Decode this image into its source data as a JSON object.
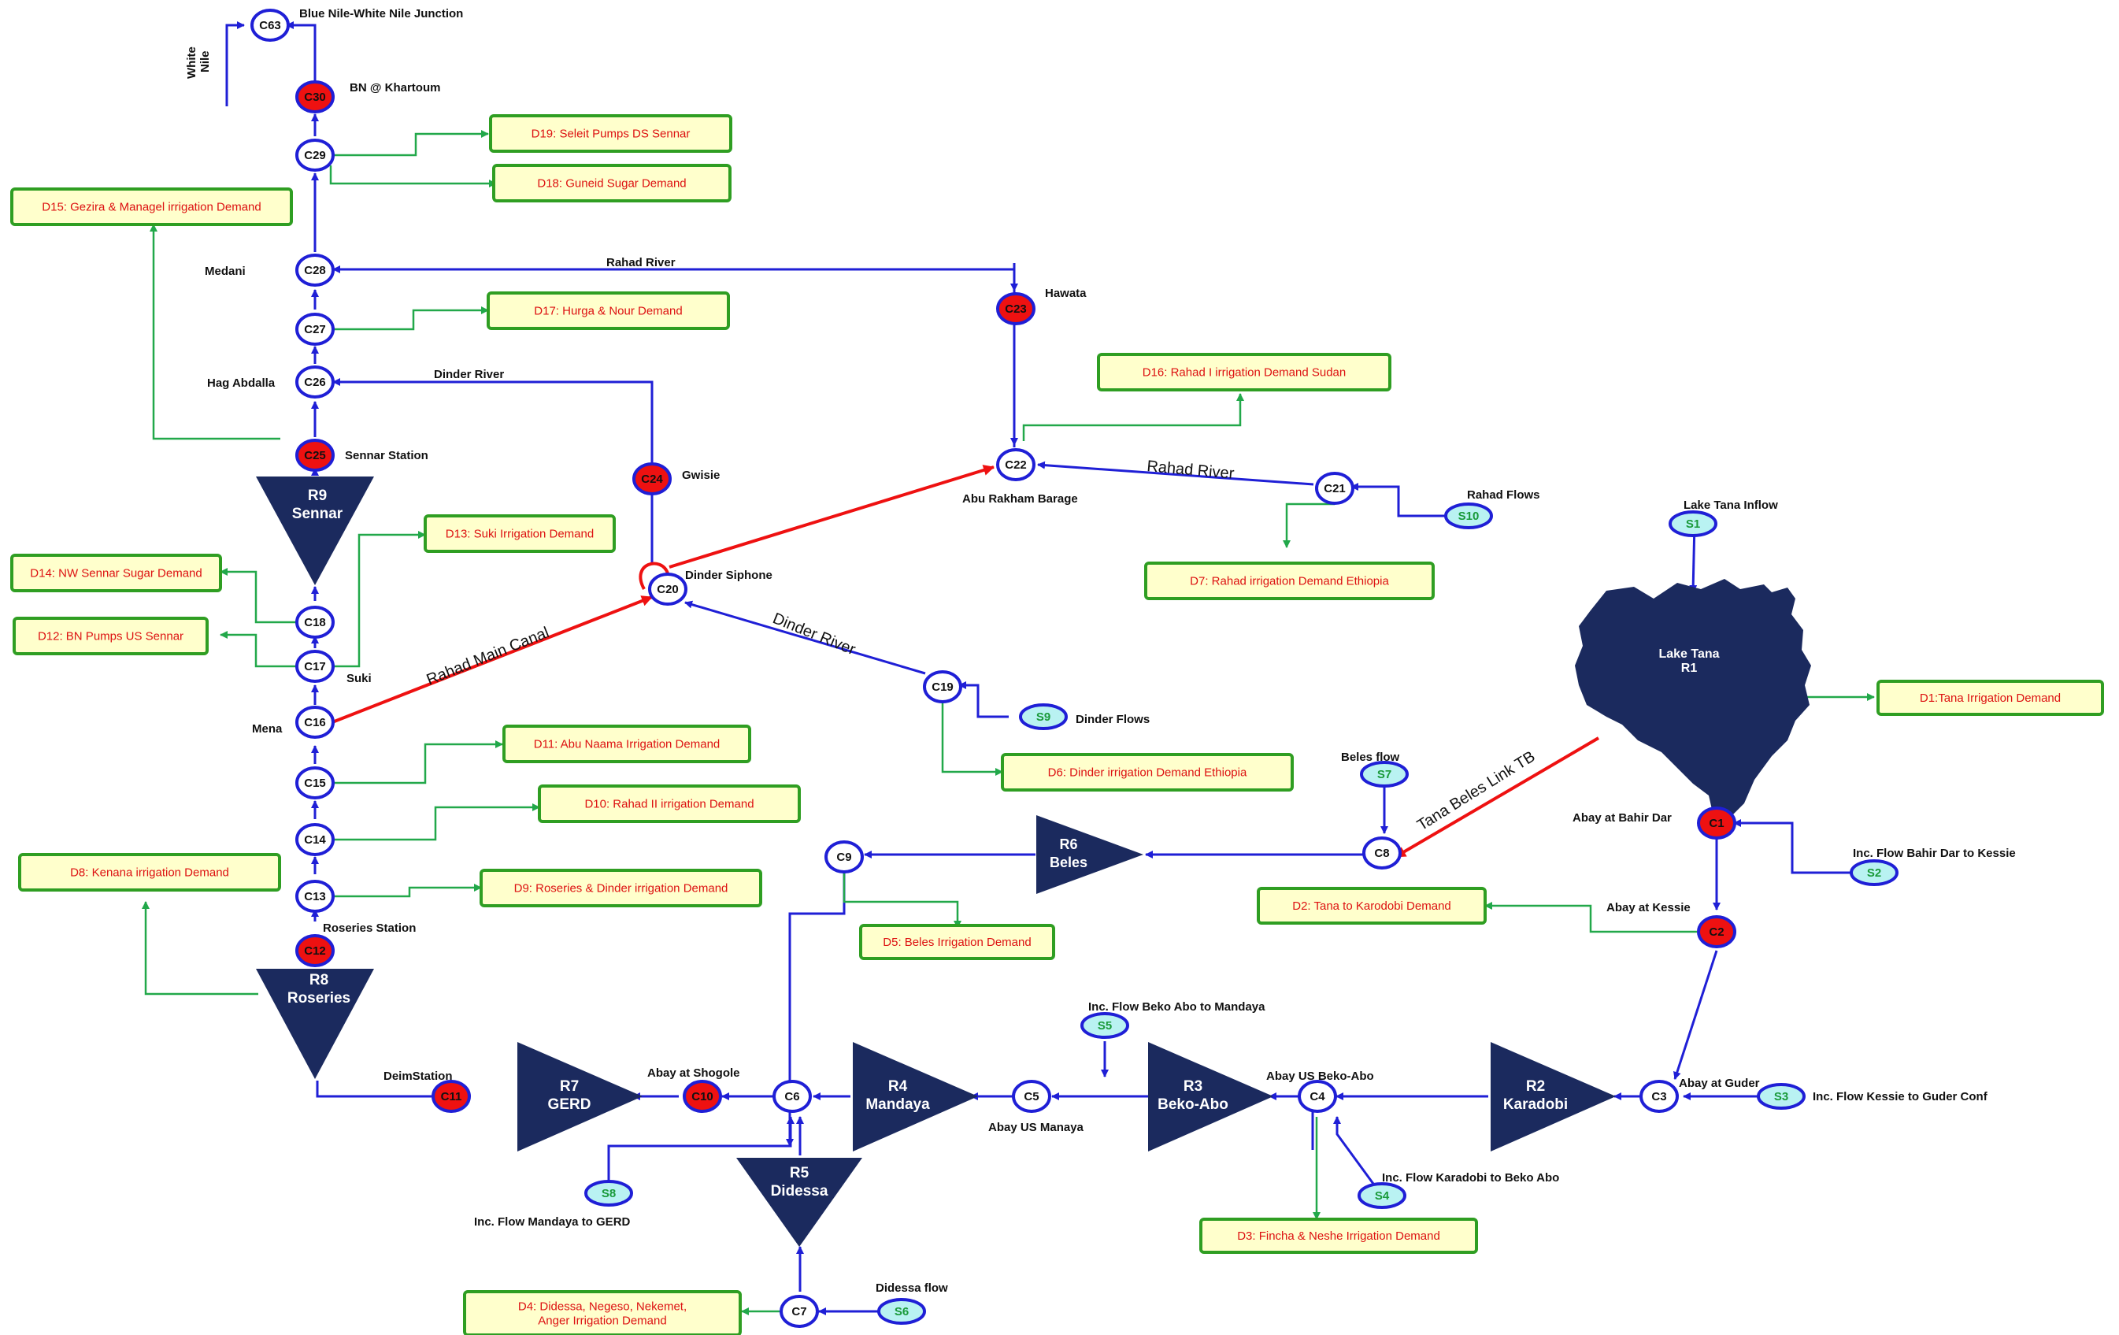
{
  "colors": {
    "river": "#1f1fd6",
    "demand_link": "#22a84a",
    "canal": "#ee1111",
    "node_fill": "#ffffff",
    "node_stroke": "#1f1fd6",
    "gauge_fill": "#ee1111",
    "reservoir_fill": "#1b2a5e",
    "demand_fill": "#ffffcc",
    "demand_stroke": "#2f9e22",
    "demand_text": "#dd1111",
    "source_fill": "#b9f2f2",
    "source_text": "#1a9a3a",
    "lake_fill": "#1b2a5e"
  },
  "nodes": {
    "c1": "C1",
    "c2": "C2",
    "c3": "C3",
    "c4": "C4",
    "c5": "C5",
    "c6": "C6",
    "c7": "C7",
    "c8": "C8",
    "c9": "C9",
    "c10": "C10",
    "c11": "C11",
    "c12": "C12",
    "c13": "C13",
    "c14": "C14",
    "c15": "C15",
    "c16": "C16",
    "c17": "C17",
    "c18": "C18",
    "c19": "C19",
    "c20": "C20",
    "c21": "C21",
    "c22": "C22",
    "c23": "C23",
    "c24": "C24",
    "c25": "C25",
    "c26": "C26",
    "c27": "C27",
    "c28": "C28",
    "c29": "C29",
    "c30": "C30",
    "c63": "C63"
  },
  "sources": {
    "s1": "S1",
    "s2": "S2",
    "s3": "S3",
    "s4": "S4",
    "s5": "S5",
    "s6": "S6",
    "s7": "S7",
    "s8": "S8",
    "s9": "S9",
    "s10": "S10"
  },
  "reservoirs": {
    "r2": {
      "id": "R2",
      "name": "Karadobi"
    },
    "r3": {
      "id": "R3",
      "name": "Beko-Abo"
    },
    "r4": {
      "id": "R4",
      "name": "Mandaya"
    },
    "r5": {
      "id": "R5",
      "name": "Didessa"
    },
    "r6": {
      "id": "R6",
      "name": "Beles"
    },
    "r7": {
      "id": "R7",
      "name": "GERD"
    },
    "r8": {
      "id": "R8",
      "name": "Roseries"
    },
    "r9": {
      "id": "R9",
      "name": "Sennar"
    }
  },
  "lake": {
    "name": "Lake Tana",
    "id": "R1"
  },
  "demands": {
    "d1": "D1:Tana Irrigation Demand",
    "d2": "D2: Tana to Karodobi Demand",
    "d3": "D3:  Fincha & Neshe  Irrigation Demand",
    "d4_line1": "D4:  Didessa, Negeso, Nekemet,",
    "d4_line2": "Anger Irrigation Demand",
    "d5": "D5: Beles Irrigation Demand",
    "d6": "D6: Dinder irrigation Demand Ethiopia",
    "d7": "D7: Rahad irrigation Demand Ethiopia",
    "d8": "D8: Kenana  irrigation Demand",
    "d9": "D9:  Roseries & Dinder irrigation Demand",
    "d10": "D10:  Rahad II  irrigation Demand",
    "d11": "D11:  Abu Naama Irrigation Demand",
    "d12": "D12: BN Pumps US Sennar",
    "d13": "D13: Suki  Irrigation Demand",
    "d14": "D14: NW Sennar Sugar Demand",
    "d15": "D15: Gezira & Managel irrigation Demand",
    "d16": "D16: Rahad I irrigation Demand  Sudan",
    "d17": "D17: Hurga & Nour Demand",
    "d18": "D18: Guneid Sugar Demand",
    "d19": "D19: Seleit  Pumps DS Sennar"
  },
  "labels": {
    "blue_nile_white_nile_junction": "Blue Nile-White Nile Junction",
    "white_nile_line1": "White",
    "white_nile_line2": "Nile",
    "bn_khartoum": "BN @  Khartoum",
    "medani": "Medani",
    "rahad_river_top": "Rahad River",
    "hawata": "Hawata",
    "hag_abdalla": "Hag Abdalla",
    "dinder_river_top": "Dinder River",
    "sennar_station": "Sennar Station",
    "gwisie": "Gwisie",
    "abu_rakham_barage": "Abu Rakham Barage",
    "rahad_river_mid": "Rahad River",
    "rahad_flows": "Rahad Flows",
    "lake_tana_inflow": "Lake Tana Inflow",
    "dinder_siphone": "Dinder Siphone",
    "dinder_river_diag": "Dinder River",
    "rahad_main_canal": "Rahad Main Canal",
    "suki": "Suki",
    "mena": "Mena",
    "dinder_flows": "Dinder Flows",
    "beles_flow": "Beles flow",
    "tana_beles_link": "Tana Beles Link TB",
    "abay_bahir_dar": "Abay at Bahir Dar",
    "inc_bahir_dar_kessie": "Inc. Flow Bahir Dar to Kessie",
    "abay_kessie": "Abay at Kessie",
    "roseries_station": "Roseries Station",
    "inc_beko_abo_mandaya": "Inc. Flow  Beko  Abo to  Mandaya",
    "abay_us_beko_abo": "Abay US Beko-Abo",
    "abay_guder": "Abay at  Guder",
    "inc_kessie_guder": "Inc. Flow  Kessie to Guder Conf",
    "deim_station": "DeimStation",
    "abay_shogole": "Abay at  Shogole",
    "abay_us_manaya": "Abay US Manaya",
    "inc_karadobi_beko_abo": "Inc. Flow  Karadobi to Beko  Abo",
    "inc_mandaya_gerd": "Inc. Flow   Mandaya to GERD",
    "didessa_flow": "Didessa flow"
  }
}
